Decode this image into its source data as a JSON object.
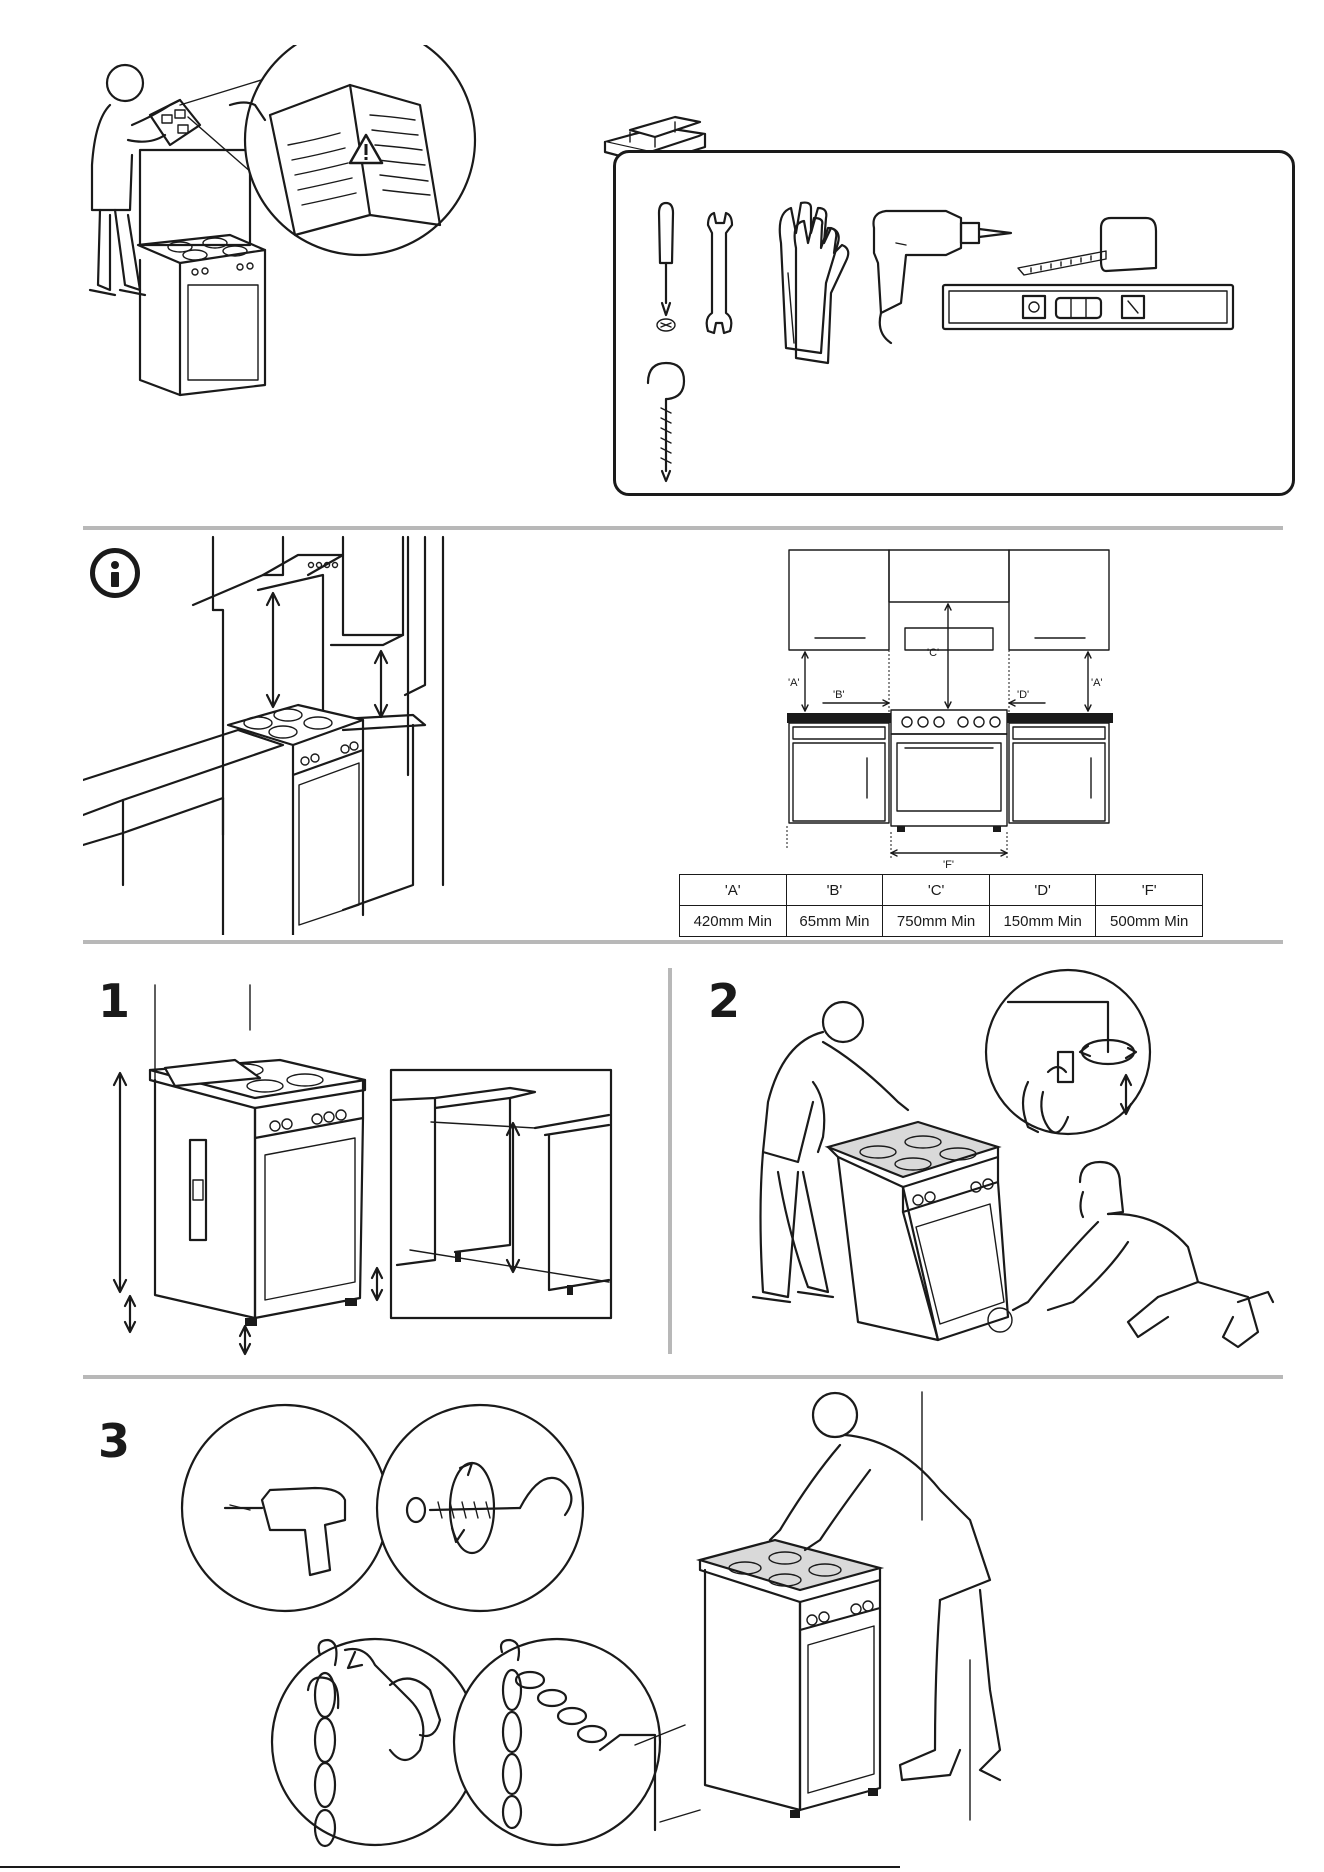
{
  "step_labels": {
    "step1": "1",
    "step2": "2",
    "step3": "3"
  },
  "icons": {
    "info": "info-icon",
    "warning": "warning-triangle-icon",
    "toolbox": "toolbox-icon",
    "screwdriver": "screwdriver-icon",
    "wrench": "wrench-icon",
    "gloves": "gloves-icon",
    "drill": "drill-icon",
    "tape_measure": "tape-measure-icon",
    "spirit_level": "spirit-level-icon",
    "hook": "hook-icon"
  },
  "diagram_labels": {
    "a_left": "'A'",
    "a_right": "'A'",
    "b": "'B'",
    "c": "'C'",
    "d": "'D'",
    "f": "'F'"
  },
  "clearance_table": {
    "headers": [
      "'A'",
      "'B'",
      "'C'",
      "'D'",
      "'F'"
    ],
    "values": [
      "420mm Min",
      "65mm Min",
      "750mm Min",
      "150mm Min",
      "500mm Min"
    ]
  },
  "colors": {
    "line": "#1a1a1a",
    "divider": "#b8b8b8",
    "hob_shade": "#d9d9d9"
  }
}
